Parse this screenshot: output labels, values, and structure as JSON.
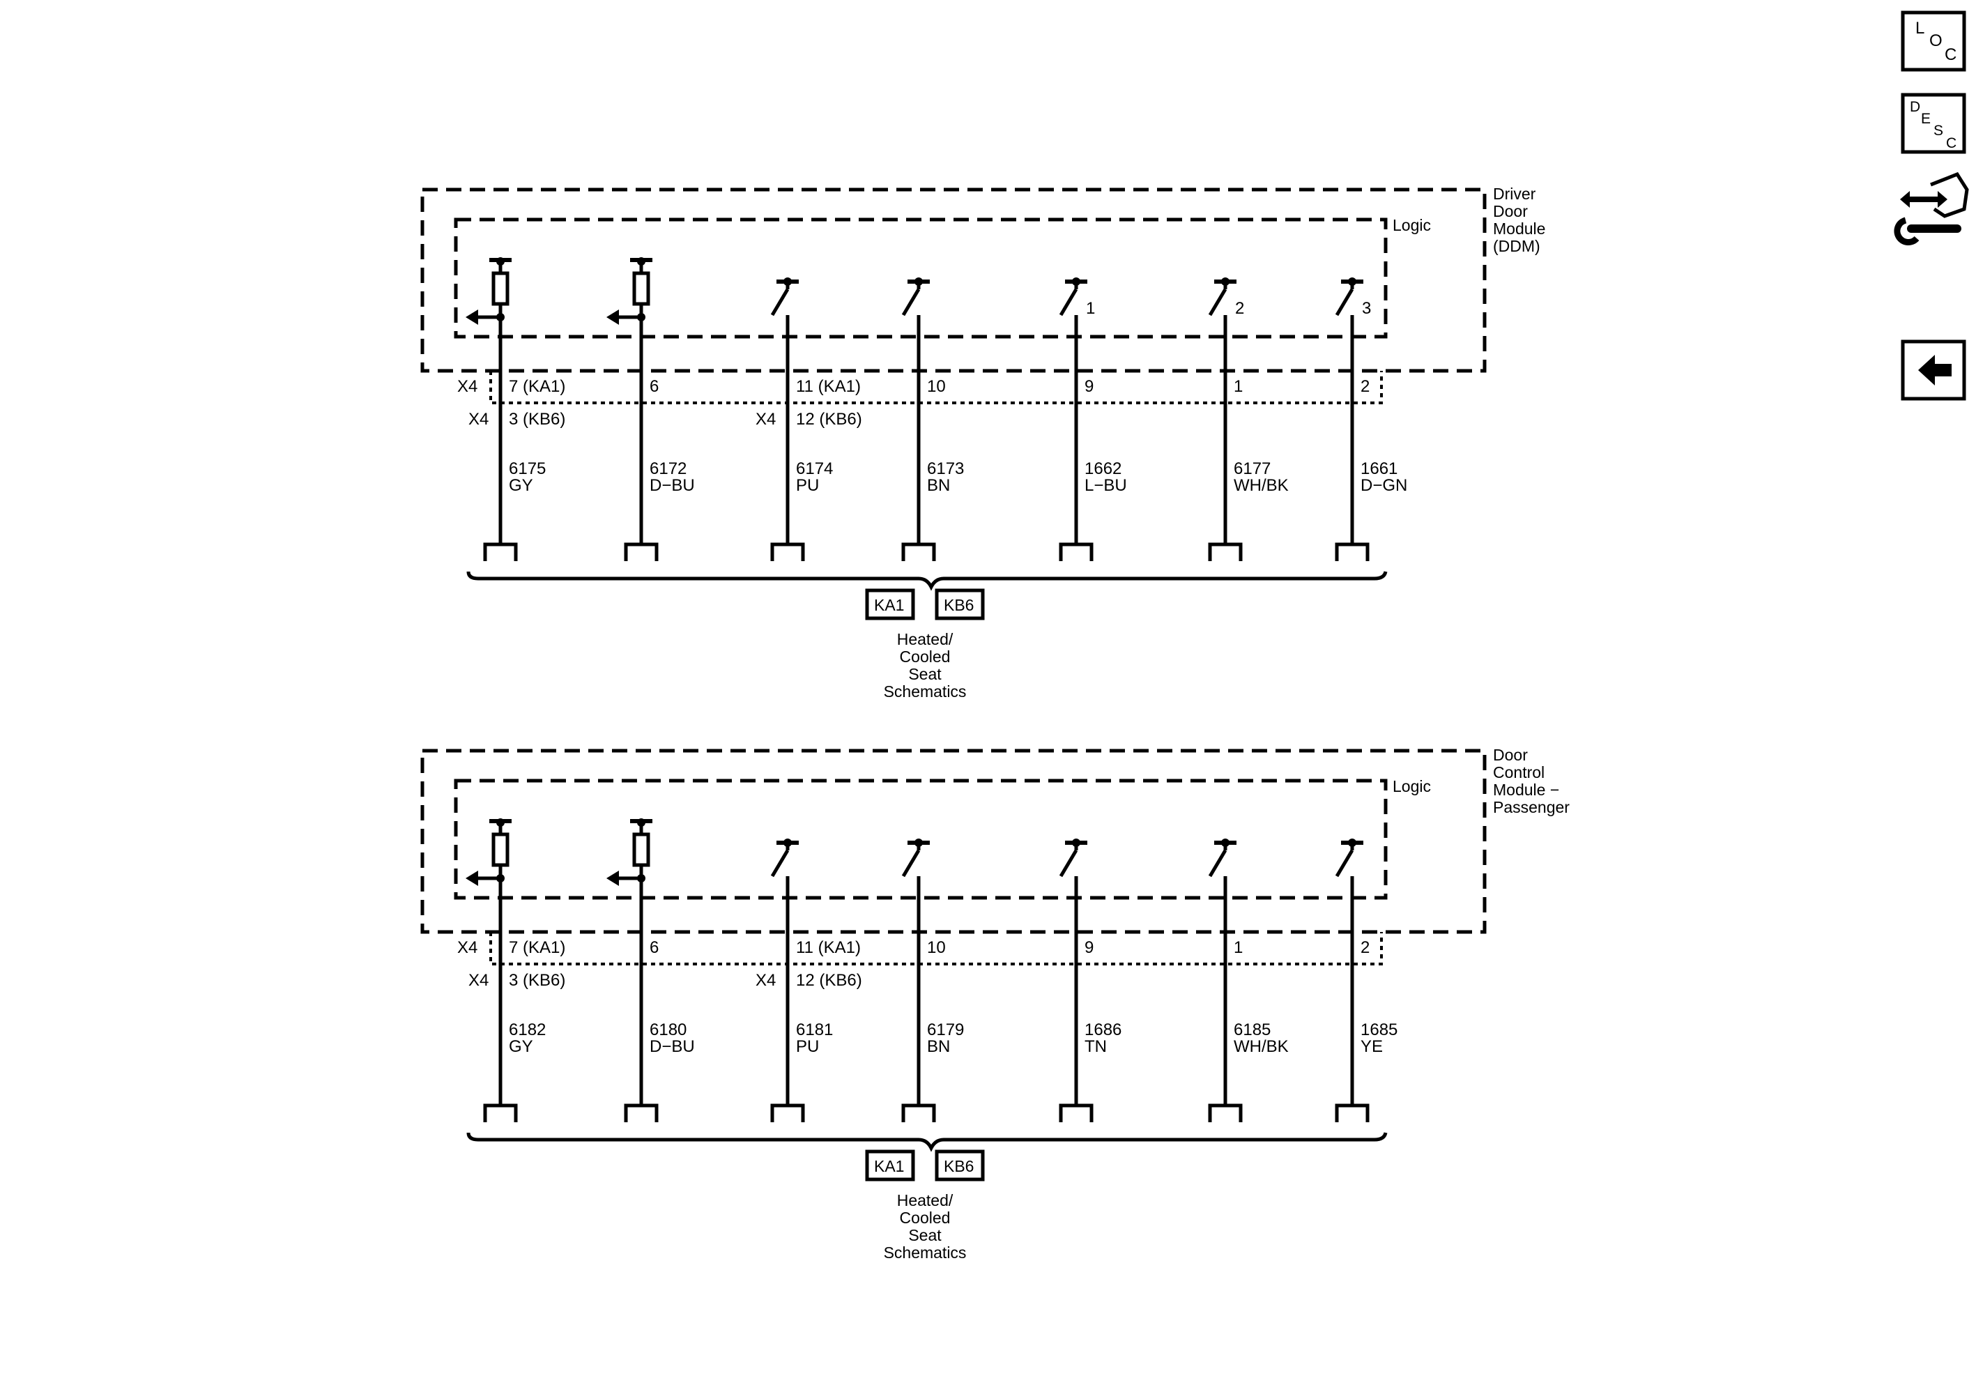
{
  "nav": {
    "loc_button": {
      "letters": [
        "L",
        "O",
        "C"
      ]
    },
    "desc_button": {
      "letters": [
        "D",
        "E",
        "S",
        "C"
      ]
    },
    "connector_button": {
      "icon": "connector-wrench-icon"
    },
    "back_button": {
      "icon": "arrow-left-icon"
    }
  },
  "modules": [
    {
      "name_lines": [
        "Driver",
        "Door",
        "Module",
        "(DDM)"
      ],
      "logic_label": "Logic",
      "columns": [
        {
          "kind": "sensor",
          "switch_num": "",
          "x4_label": "X4",
          "pin_top": "7 (KA1)",
          "x4_label_bottom": "X4",
          "pin_bottom": "3 (KB6)",
          "circuit": "6175",
          "color": "GY"
        },
        {
          "kind": "sensor",
          "switch_num": "",
          "x4_label": "",
          "pin_top": "6",
          "x4_label_bottom": "",
          "pin_bottom": "",
          "circuit": "6172",
          "color": "D−BU"
        },
        {
          "kind": "switch",
          "switch_num": "",
          "x4_label": "",
          "pin_top": "11 (KA1)",
          "x4_label_bottom": "X4",
          "pin_bottom": "12 (KB6)",
          "circuit": "6174",
          "color": "PU"
        },
        {
          "kind": "switch",
          "switch_num": "",
          "x4_label": "",
          "pin_top": "10",
          "x4_label_bottom": "",
          "pin_bottom": "",
          "circuit": "6173",
          "color": "BN"
        },
        {
          "kind": "switch",
          "switch_num": "1",
          "x4_label": "",
          "pin_top": "9",
          "x4_label_bottom": "",
          "pin_bottom": "",
          "circuit": "1662",
          "color": "L−BU"
        },
        {
          "kind": "switch",
          "switch_num": "2",
          "x4_label": "",
          "pin_top": "1",
          "x4_label_bottom": "",
          "pin_bottom": "",
          "circuit": "6177",
          "color": "WH/BK"
        },
        {
          "kind": "switch",
          "switch_num": "3",
          "x4_label": "",
          "pin_top": "2",
          "x4_label_bottom": "",
          "pin_bottom": "",
          "circuit": "1661",
          "color": "D−GN"
        }
      ],
      "ref_boxes": [
        "KA1",
        "KB6"
      ],
      "ref_text": [
        "Heated/",
        "Cooled",
        "Seat",
        "Schematics"
      ]
    },
    {
      "name_lines": [
        "Door",
        "Control",
        "Module −",
        "Passenger"
      ],
      "logic_label": "Logic",
      "columns": [
        {
          "kind": "sensor",
          "switch_num": "",
          "x4_label": "X4",
          "pin_top": "7 (KA1)",
          "x4_label_bottom": "X4",
          "pin_bottom": "3 (KB6)",
          "circuit": "6182",
          "color": "GY"
        },
        {
          "kind": "sensor",
          "switch_num": "",
          "x4_label": "",
          "pin_top": "6",
          "x4_label_bottom": "",
          "pin_bottom": "",
          "circuit": "6180",
          "color": "D−BU"
        },
        {
          "kind": "switch",
          "switch_num": "",
          "x4_label": "",
          "pin_top": "11 (KA1)",
          "x4_label_bottom": "X4",
          "pin_bottom": "12 (KB6)",
          "circuit": "6181",
          "color": "PU"
        },
        {
          "kind": "switch",
          "switch_num": "",
          "x4_label": "",
          "pin_top": "10",
          "x4_label_bottom": "",
          "pin_bottom": "",
          "circuit": "6179",
          "color": "BN"
        },
        {
          "kind": "switch",
          "switch_num": "",
          "x4_label": "",
          "pin_top": "9",
          "x4_label_bottom": "",
          "pin_bottom": "",
          "circuit": "1686",
          "color": "TN"
        },
        {
          "kind": "switch",
          "switch_num": "",
          "x4_label": "",
          "pin_top": "1",
          "x4_label_bottom": "",
          "pin_bottom": "",
          "circuit": "6185",
          "color": "WH/BK"
        },
        {
          "kind": "switch",
          "switch_num": "",
          "x4_label": "",
          "pin_top": "2",
          "x4_label_bottom": "",
          "pin_bottom": "",
          "circuit": "1685",
          "color": "YE"
        }
      ],
      "ref_boxes": [
        "KA1",
        "KB6"
      ],
      "ref_text": [
        "Heated/",
        "Cooled",
        "Seat",
        "Schematics"
      ]
    }
  ]
}
